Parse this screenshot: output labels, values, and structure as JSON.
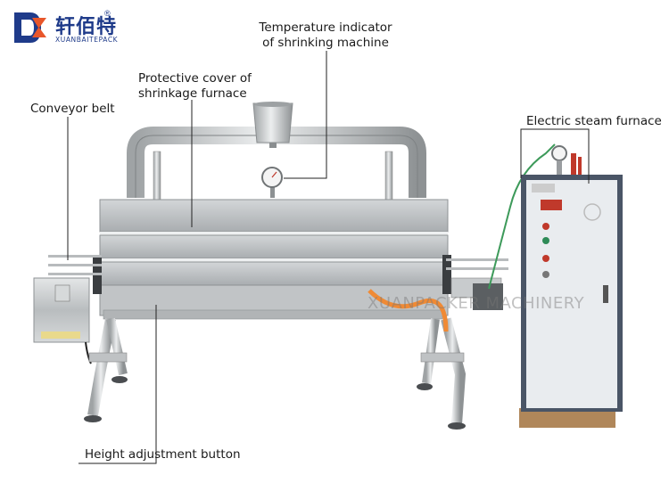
{
  "brand": {
    "name_cn": "轩佰特",
    "name_en": "XUANBAITEPACK",
    "registered_mark": "®"
  },
  "labels": {
    "temperature_indicator_line1": "Temperature indicator",
    "temperature_indicator_line2": "of shrinking machine",
    "protective_cover_line1": "Protective cover of",
    "protective_cover_line2": "shrinkage furnace",
    "conveyor_belt": "Conveyor belt",
    "electric_steam_furnace": "Electric steam furnace",
    "height_adjustment_button": "Height adjustment button"
  },
  "watermark": "XUANPACKER MACHINERY",
  "colors": {
    "brand_blue": "#1f3b8a",
    "brand_orange": "#e8562a",
    "steel": "#c9cccd",
    "cabinet_white": "#e9ecef",
    "cabinet_trim": "#4a5566"
  }
}
